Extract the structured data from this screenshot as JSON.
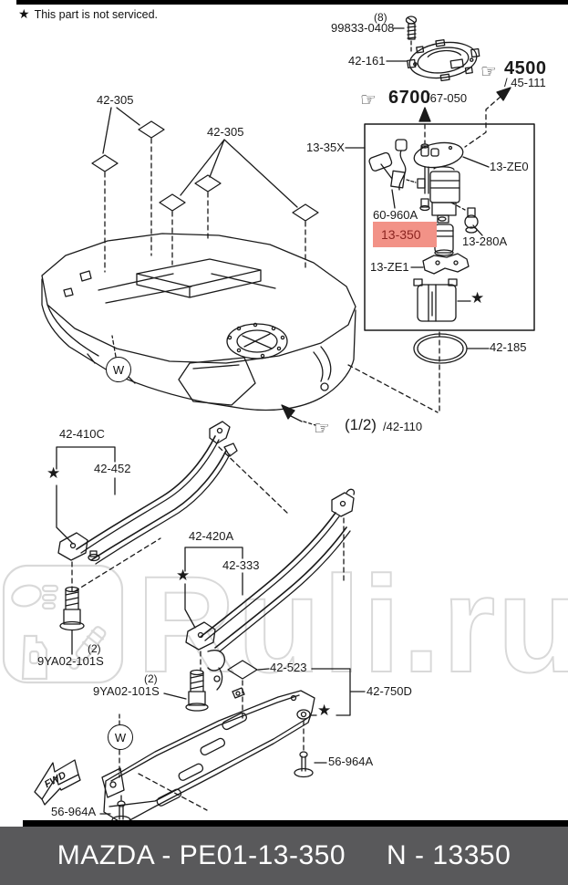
{
  "header": {
    "note_star": "★",
    "note": "This part is not serviced."
  },
  "watermark": {
    "text": "Ruli.ru"
  },
  "symbols": {
    "star": "★",
    "hand": "☞",
    "w": "W",
    "fwd": "FWD"
  },
  "colors": {
    "highlight_bg": "#f29287",
    "highlight_text": "#8b2420",
    "watermark": "#d9d9d9",
    "footer_bar": "#59595b"
  },
  "parts": {
    "screw_qty": "(8)",
    "screw": "99833-0408",
    "lock_ring": "42-161",
    "sec4500": "4500",
    "sec4500_ref": "/ 45-111",
    "sec6700": "6700",
    "sec6700_ref": "/67-050",
    "pump_box": "13-35X",
    "pump_module": "13-ZE0",
    "fuel_gauge": "60-960A",
    "fuel_pump": "13-350",
    "pressure_valve": "13-280A",
    "pump_bracket": "13-ZE1",
    "oring": "42-185",
    "tank_pad": "42-305",
    "tank_ref_frac": "(1/2)",
    "tank_ref": "/42-110",
    "strap_set1": "42-410C",
    "strap1": "42-452",
    "strap_set2": "42-420A",
    "strap2": "42-333",
    "bolt_qty": "(2)",
    "mount_bolt": "9YA02-101S",
    "shield_pad": "42-523",
    "shield": "42-750D",
    "push_pin": "56-964A"
  },
  "footer": {
    "part": "MAZDA - PE01-13-350",
    "number": "N - 13350"
  }
}
